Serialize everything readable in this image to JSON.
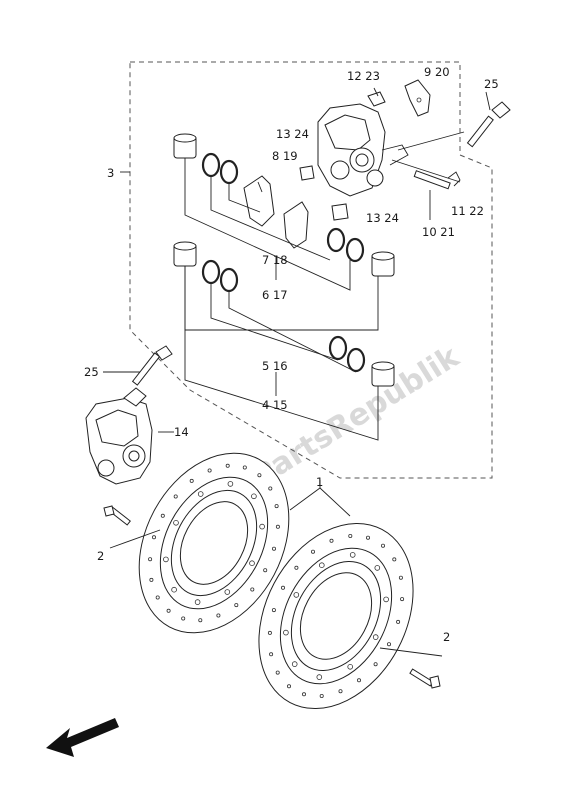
{
  "watermark": "PartsRepublik",
  "labels": {
    "l1": "1",
    "l2a": "2",
    "l2b": "2",
    "l3": "3",
    "l4_15": "4  15",
    "l5_16": "5  16",
    "l6_17": "6  17",
    "l7_18": "7  18",
    "l8_19": "8  19",
    "l9_20": "9  20",
    "l10_21": "10  21",
    "l11_22": "11 22",
    "l12_23": "12 23",
    "l13_24a": "13 24",
    "l13_24b": "13  24",
    "l14": "14",
    "l25a": "25",
    "l25b": "25"
  },
  "icons": {
    "direction_arrow": "front-direction-arrow-icon"
  }
}
